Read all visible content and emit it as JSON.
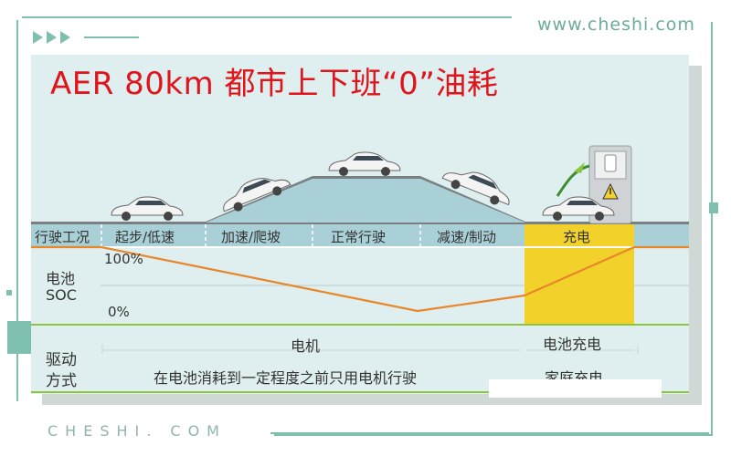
{
  "title": "AER 80km 都市上下班“0”油耗",
  "brand_top": "www.cheshi.com",
  "brand_bottom": "CHESHI. COM",
  "row_header_condition": "行驶工况",
  "stages": [
    {
      "label": "起步/低速"
    },
    {
      "label": "加速/爬坡"
    },
    {
      "label": "正常行驶"
    },
    {
      "label": "减速/制动"
    },
    {
      "label": "充电"
    }
  ],
  "soc_label_line1": "电池",
  "soc_label_line2": "SOC",
  "soc_high": "100%",
  "soc_low": "0%",
  "drive_label_line1": "驱动",
  "drive_label_line2": "方式",
  "drive_motor": "电机",
  "drive_motor_desc": "在电池消耗到一定程度之前只用电机行驶",
  "drive_charge": "电池充电",
  "drive_charge_desc": "家庭充电",
  "colors": {
    "title_red": "#e0141b",
    "accent_teal": "#7fbfb0",
    "road_gray": "#7a7f82",
    "band_blue": "#a9d0d7",
    "charge_yellow": "#f2d22a",
    "soc_orange": "#e8862a",
    "divider_green": "#8cc63f"
  },
  "icons": [
    "car-icon",
    "charging-station-icon",
    "charging-plug-icon",
    "warning-icon"
  ]
}
